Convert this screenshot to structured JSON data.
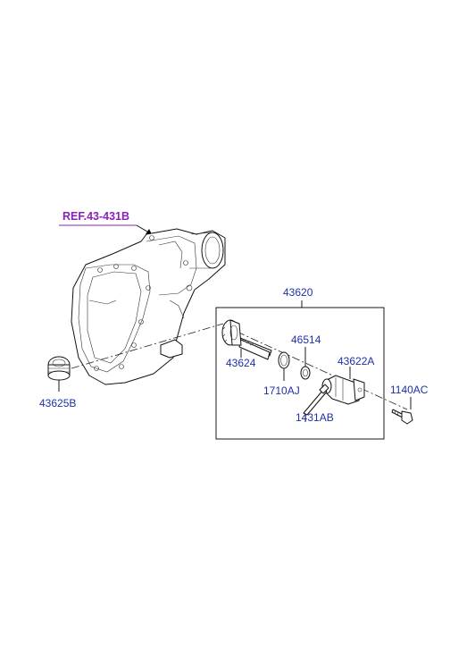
{
  "diagram": {
    "reference_label": "REF.43-431B",
    "colors": {
      "part_number": "#1f2fa8",
      "reference": "#8a22b8",
      "line": "#000000",
      "background": "#ffffff"
    },
    "parts": [
      {
        "id": "assembly",
        "number": "43620"
      },
      {
        "id": "gear",
        "number": "43624"
      },
      {
        "id": "oring",
        "number": "1710AJ"
      },
      {
        "id": "ring",
        "number": "46514"
      },
      {
        "id": "sleeve",
        "number": "43622A"
      },
      {
        "id": "pin",
        "number": "1431AB"
      },
      {
        "id": "bolt",
        "number": "1140AC"
      },
      {
        "id": "plug",
        "number": "43625B"
      }
    ]
  }
}
